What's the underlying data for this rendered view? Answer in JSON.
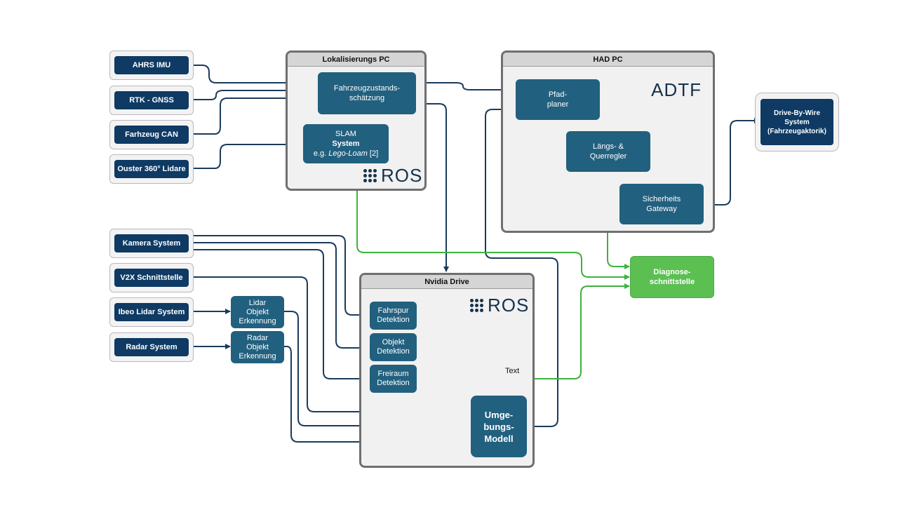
{
  "inputs": {
    "ahrs": "AHRS IMU",
    "rtk": "RTK - GNSS",
    "can": "Farhzeug CAN",
    "ouster": "Ouster 360° Lidare",
    "kamera": "Kamera System",
    "v2x": "V2X Schnittstelle",
    "ibeo": "Ibeo Lidar System",
    "radar": "Radar System"
  },
  "lokalisierung": {
    "title": "Lokalisierungs PC",
    "fzs_line1": "Fahrzeugzustands-",
    "fzs_line2": "schätzung",
    "slam_line1": "SLAM",
    "slam_line2": "System",
    "slam_line3_pre": "e.g. ",
    "slam_line3_italic": "Lego-Loam",
    "slam_line3_post": " [2]",
    "ros": "ROS"
  },
  "had": {
    "title": "HAD PC",
    "adtf": "ADTF",
    "pfad_line1": "Pfad-",
    "pfad_line2": "planer",
    "laengs_line1": "Längs- &",
    "laengs_line2": "Querregler",
    "sicher_line1": "Sicherheits",
    "sicher_line2": "Gateway"
  },
  "dbw": {
    "line1": "Drive-By-Wire",
    "line2": "System",
    "line3": "(Fahrzeugaktorik)"
  },
  "diagnose": {
    "line1": "Diagnose-",
    "line2": "schnittstelle"
  },
  "objekt_erkennung": {
    "lidar_line1": "Lidar",
    "lidar_line2": "Objekt",
    "lidar_line3": "Erkennung",
    "radar_line1": "Radar",
    "radar_line2": "Objekt",
    "radar_line3": "Erkennung"
  },
  "nvidia": {
    "title": "Nvidia Drive",
    "ros": "ROS",
    "fahrspur_line1": "Fahrspur",
    "fahrspur_line2": "Detektion",
    "objekt_line1": "Objekt",
    "objekt_line2": "Detektion",
    "freiraum_line1": "Freiraum",
    "freiraum_line2": "Detektion",
    "umg_line1": "Umge-",
    "umg_line2": "bungs-",
    "umg_line3": "Modell",
    "text_label": "Text"
  },
  "colors": {
    "navy": "#0e3a63",
    "teal": "#22607f",
    "green": "#5cbf52",
    "line_blue": "#1a3b5c",
    "line_green": "#3cb33c"
  }
}
